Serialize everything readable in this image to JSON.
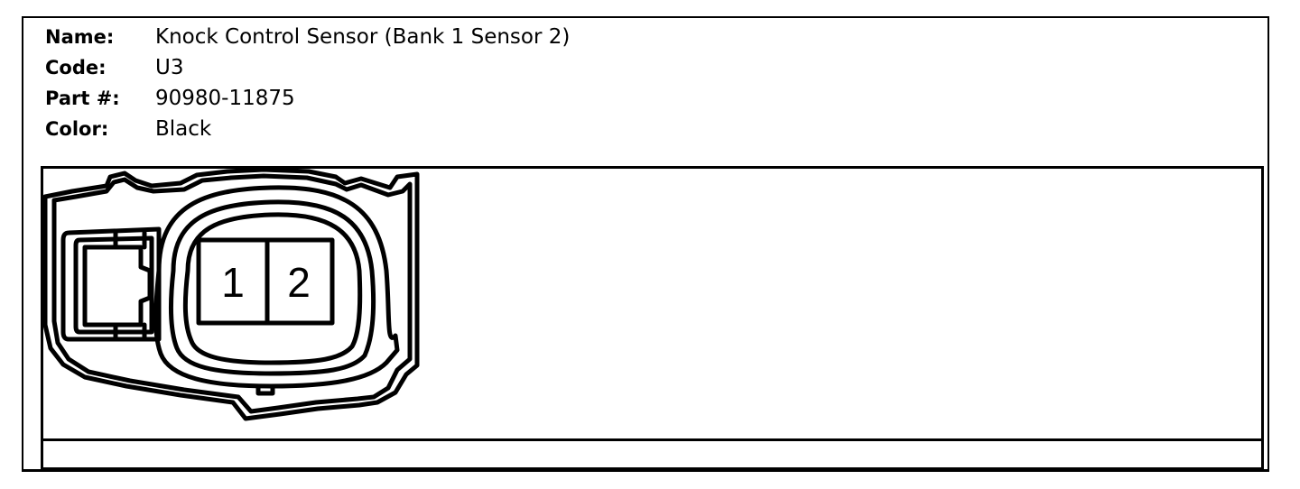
{
  "connector": {
    "name_label": "Name:",
    "name_value": "Knock Control Sensor (Bank 1 Sensor 2)",
    "code_label": "Code:",
    "code_value": "U3",
    "part_label": "Part #:",
    "part_value": "90980-11875",
    "color_label": "Color:",
    "color_value": "Black"
  },
  "pins": [
    "1",
    "2"
  ],
  "colors": {
    "line": "#000000",
    "background": "#ffffff"
  }
}
